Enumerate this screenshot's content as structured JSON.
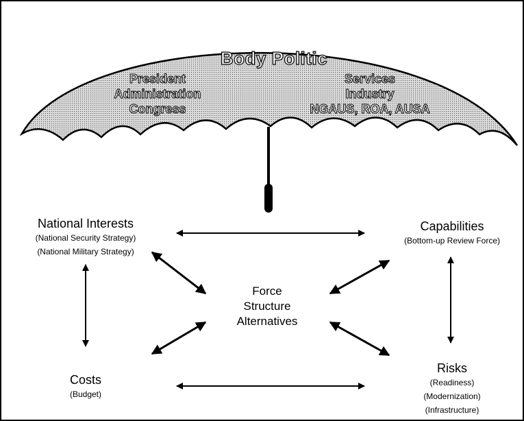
{
  "umbrella": {
    "title": "Body Politic",
    "left_lines": [
      "President",
      "Administration",
      "Congress"
    ],
    "right_lines": [
      "Services",
      "Industry",
      "NGAUS, ROA, AUSA"
    ]
  },
  "nodes": {
    "national_interests": {
      "title": "National Interests",
      "lines": [
        "(National Security Strategy)",
        "(National Military Strategy)"
      ]
    },
    "capabilities": {
      "title": "Capabilities",
      "lines": [
        "(Bottom-up Review Force)"
      ]
    },
    "center": {
      "lines": [
        "Force",
        "Structure",
        "Alternatives"
      ]
    },
    "costs": {
      "title": "Costs",
      "lines": [
        "(Budget)"
      ]
    },
    "risks": {
      "title": "Risks",
      "lines": [
        "(Readiness)",
        "(Modernization)",
        "(Infrastructure)"
      ]
    }
  },
  "colors": {
    "canopy_fill": "#bdbdbd",
    "stroke": "#000000"
  }
}
